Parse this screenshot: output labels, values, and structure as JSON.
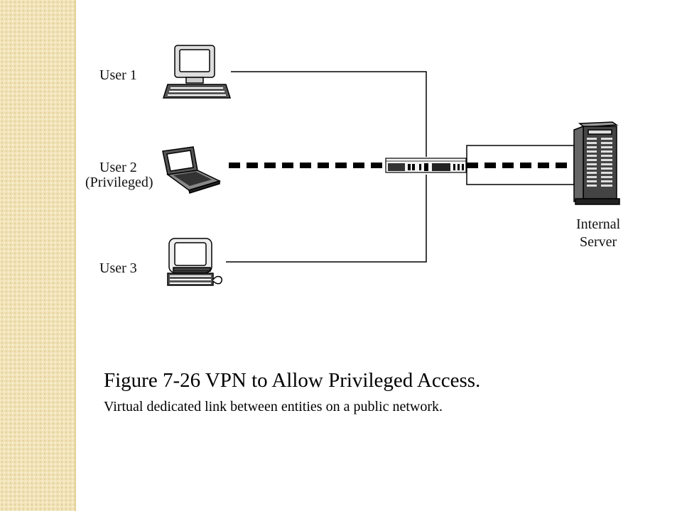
{
  "users": [
    {
      "label": "User 1"
    },
    {
      "label": "User 2",
      "sublabel": "(Privileged)"
    },
    {
      "label": "User 3"
    }
  ],
  "server": {
    "label_line1": "Internal",
    "label_line2": "Server"
  },
  "caption": {
    "title": "Figure 7-26  VPN to Allow Privileged Access.",
    "subtitle": "Virtual dedicated link between entities on a public network."
  },
  "colors": {
    "accent_band": "#f1e3b8",
    "line": "#000000"
  }
}
